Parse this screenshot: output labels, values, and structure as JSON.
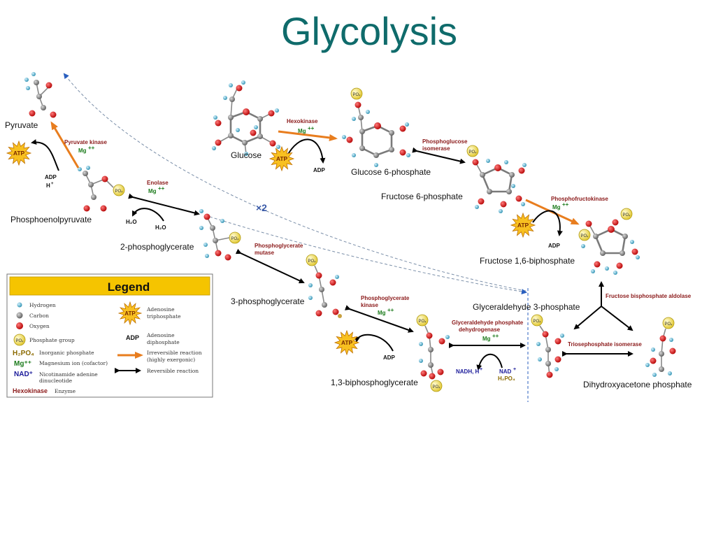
{
  "title": "Glycolysis",
  "molecules": {
    "glucose": "Glucose",
    "glucose_6_phosphate": "Glucose 6-phosphate",
    "fructose_6_phosphate": "Fructose 6-phosphate",
    "fructose_1_6_biphosphate": "Fructose 1,6-biphosphate",
    "glyceraldehyde_3_phosphate": "Glyceraldehyde 3-phosphate",
    "dihydroxyacetone_phosphate": "Dihydroxyacetone phosphate",
    "bisphosphoglycerate_1_3": "1,3-biphosphoglycerate",
    "phosphoglycerate_3": "3-phosphoglycerate",
    "phosphoglycerate_2": "2-phosphoglycerate",
    "phosphoenolpyruvate": "Phosphoenolpyruvate",
    "pyruvate": "Pyruvate"
  },
  "enzymes": {
    "hexokinase": "Hexokinase",
    "phosphoglucose_isomerase_1": "Phosphoglucose",
    "phosphoglucose_isomerase_2": "isomerase",
    "phosphofructokinase": "Phosphofructokinase",
    "aldolase": "Fructose bisphosphate aldolase",
    "triosephosphate_isomerase": "Triosephosphate isomerase",
    "gapdh_1": "Glyceraldehyde phosphate",
    "gapdh_2": "dehydrogenase",
    "pgk_1": "Phosphoglycerate",
    "pgk_2": "kinase",
    "pgm_1": "Phosphoglycerate",
    "pgm_2": "mutase",
    "enolase": "Enolase",
    "pyruvate_kinase": "Pyruvate kinase"
  },
  "cofactors": {
    "mg": "Mg",
    "mg_charge": "++",
    "atp": "ATP",
    "adp": "ADP",
    "h2o": "H₂O",
    "nadh": "NADH, H",
    "nad": "NAD",
    "h2po4": "H₂PO₄",
    "h": "H",
    "plus": "+",
    "po4": "PO₄"
  },
  "times_two": "×2",
  "legend": {
    "title": "Legend",
    "hydrogen": "Hydrogen",
    "carbon": "Carbon",
    "oxygen": "Oxygen",
    "phosphate_group": "Phosphate group",
    "inorganic_symbol": "H₂PO₄",
    "inorganic_phosphate": "Inorganic phosphate",
    "mg_symbol": "Mg⁺⁺",
    "magnesium": "Magnesium ion (cofactor)",
    "nad_symbol": "NAD⁺",
    "nad_1": "Nicotinamide adenine",
    "nad_2": "dinucleotide",
    "hexokinase_symbol": "Hexokinase",
    "enzyme": "Enzyme",
    "atp_symbol": "ATP",
    "atp_1": "Adenosine",
    "atp_2": "triphosphate",
    "adp_symbol": "ADP",
    "adp_1": "Adenosine",
    "adp_2": "diphosphate",
    "irrev_1": "Irreversible reaction",
    "irrev_2": "(highly exergonic)",
    "reversible": "Reversible reaction"
  },
  "colors": {
    "title": "#0f6b6b",
    "enzyme": "#8b1a1a",
    "magnesium": "#1a7a1a",
    "nad": "#1a1a9a",
    "irreversible_arrow": "#e87d1e",
    "legend_header": "#f5c400",
    "oxygen": "#cc1111",
    "carbon": "#888888",
    "hydrogen": "#3aa0c0",
    "phosphate": "#f2e04a"
  }
}
